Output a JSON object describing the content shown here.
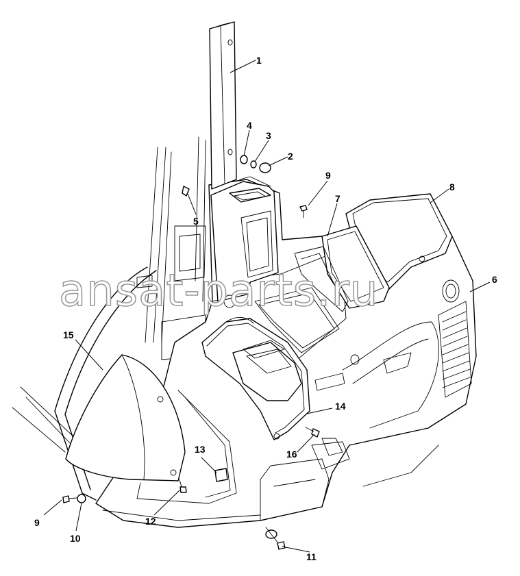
{
  "watermark": "ansat-parts.ru",
  "callouts": [
    {
      "id": "c1",
      "label": "1"
    },
    {
      "id": "c2",
      "label": "2"
    },
    {
      "id": "c3",
      "label": "3"
    },
    {
      "id": "c4",
      "label": "4"
    },
    {
      "id": "c5",
      "label": "5"
    },
    {
      "id": "c6",
      "label": "6"
    },
    {
      "id": "c7",
      "label": "7"
    },
    {
      "id": "c8",
      "label": "8"
    },
    {
      "id": "c9a",
      "label": "9"
    },
    {
      "id": "c9b",
      "label": "9"
    },
    {
      "id": "c10",
      "label": "10"
    },
    {
      "id": "c11",
      "label": "11"
    },
    {
      "id": "c12",
      "label": "12"
    },
    {
      "id": "c13",
      "label": "13"
    },
    {
      "id": "c14",
      "label": "14"
    },
    {
      "id": "c15",
      "label": "15"
    },
    {
      "id": "c16",
      "label": "16"
    }
  ]
}
